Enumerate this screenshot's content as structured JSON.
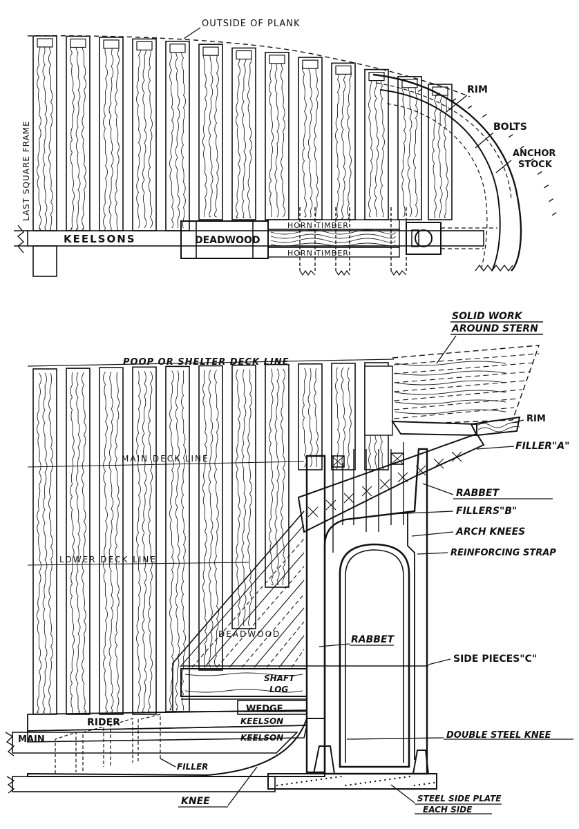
{
  "top_view": {
    "outside_of_plank": "OUTSIDE OF PLANK",
    "last_square_frame": "LAST SQUARE FRAME",
    "rim": "RIM",
    "bolts": "BOLTS",
    "anchor_stock_1": "ANCHOR",
    "anchor_stock_2": "STOCK",
    "keelsons": "KEELSONS",
    "deadwood": "DEADWOOD",
    "horn_timber_top": "HORN TIMBER",
    "horn_timber_bottom": "HORN TIMBER"
  },
  "bottom_view": {
    "solid_work_1": "SOLID WORK",
    "solid_work_2": "AROUND STERN",
    "poop_deck_line": "POOP OR SHELTER DECK LINE",
    "rim": "RIM",
    "filler_a": "FILLER\"A\"",
    "main_deck_line": "MAIN DECK LINE",
    "rabbet_1": "RABBET",
    "fillers_b": "FILLERS\"B\"",
    "arch_knees": "ARCH KNEES",
    "reinforcing_strap": "REINFORCING STRAP",
    "lower_deck_line": "LOWER DECK LINE",
    "deadwood": "DEADWOOD",
    "rabbet_2": "RABBET",
    "side_pieces_c": "SIDE PIECES\"C\"",
    "shaft": "SHAFT",
    "log": "LOG",
    "wedge": "WEDGE",
    "rider": "RIDER",
    "keelson_1": "KEELSON",
    "main": "MAIN",
    "keelson_2": "KEELSON",
    "double_steel_knee": "DOUBLE STEEL KNEE",
    "filler": "FILLER",
    "knee": "KNEE",
    "steel_side_plate_1": "STEEL SIDE PLATE",
    "steel_side_plate_2": "EACH SIDE"
  }
}
